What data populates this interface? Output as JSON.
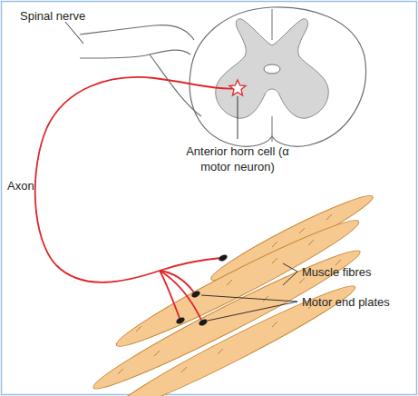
{
  "diagram": {
    "labels": [
      "Spinal nerve",
      "Anterior horn cell (α motor neuron)",
      "Axon",
      "Muscle fibres",
      "Motor end plates"
    ]
  }
}
